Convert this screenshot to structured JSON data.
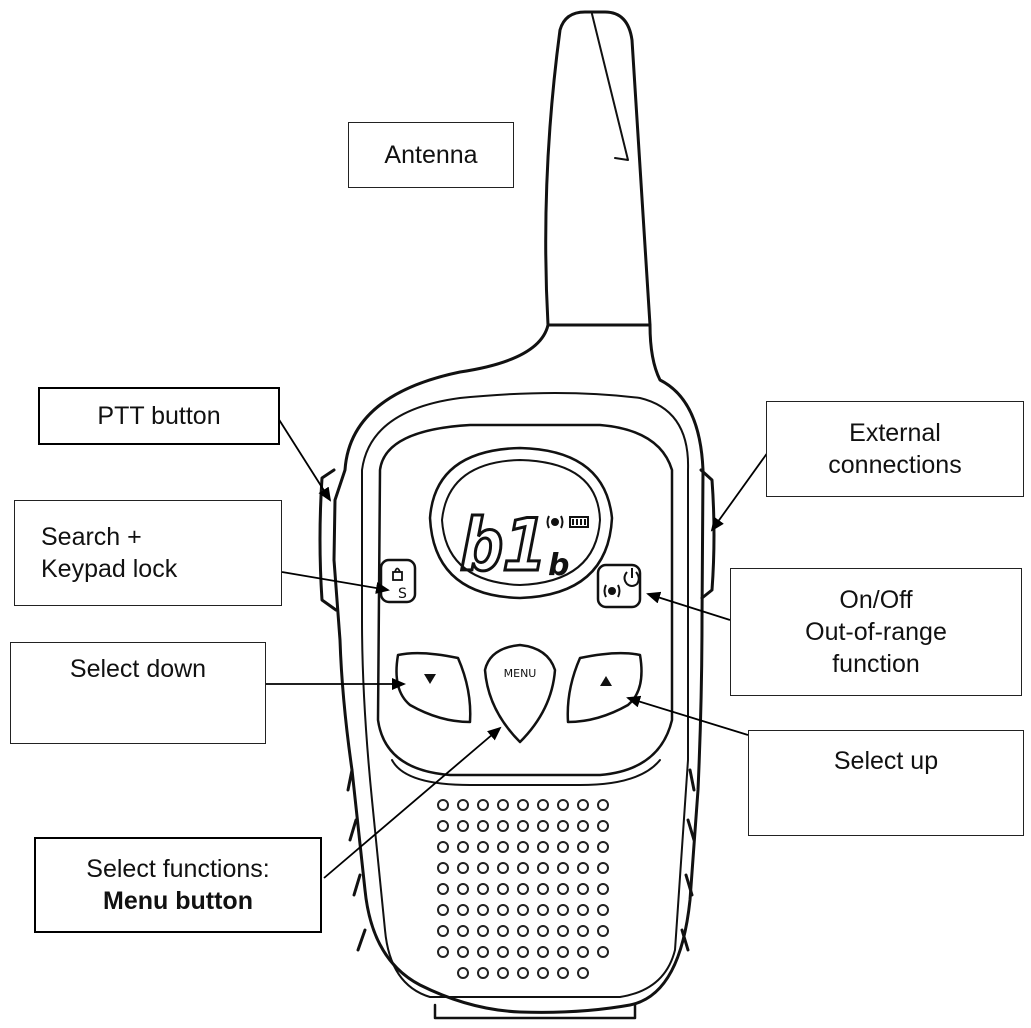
{
  "labels": {
    "antenna": "Antenna",
    "ptt": "PTT button",
    "search_line1": "Search +",
    "search_line2": "Keypad lock",
    "select_down": "Select down",
    "menu_line1": "Select functions:",
    "menu_line2": "Menu button",
    "external_line1": "External",
    "external_line2": "connections",
    "onoff_line1": "On/Off",
    "onoff_line2": "Out-of-range",
    "onoff_line3": "function",
    "select_up": "Select up"
  },
  "device": {
    "display_channel": "b1",
    "display_sub": "b",
    "search_key_glyph": "S",
    "menu_key_label": "MENU"
  },
  "colors": {
    "stroke": "#111111",
    "background": "#ffffff"
  }
}
